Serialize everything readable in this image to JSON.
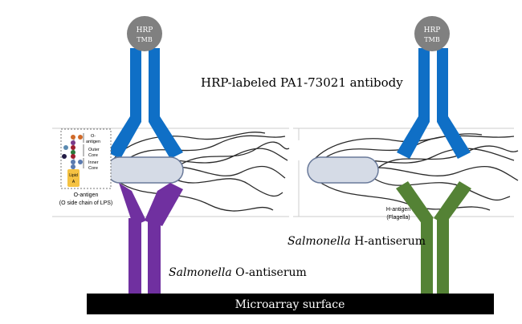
{
  "title": "HRP-labeled  PA1-73021 antibody",
  "hrp_left": {
    "line1": "HRP",
    "line2": "TMB"
  },
  "hrp_right": {
    "line1": "HRP",
    "line2": "TMB"
  },
  "legend": {
    "o_antigen": "O-",
    "o_antigen2": "antigen",
    "outer_core": "Outer",
    "outer_core2": "Core",
    "inner_core": "Inner",
    "inner_core2": "Core",
    "lipid": "Lipid",
    "lipid2": "A"
  },
  "o_antigen_caption": "O-antigen",
  "o_antigen_caption2": "(O side chain of LPS)",
  "h_antigen_caption": "H-antigen",
  "h_antigen_caption2": "(Flagella)",
  "o_antiserum": {
    "genus": "Salmonella",
    "label": " O-antiserum"
  },
  "h_antiserum": {
    "genus": "Salmonella",
    "label": " H-antiserum"
  },
  "surface_label": "Microarray surface",
  "colors": {
    "blue": "#0f6fc6",
    "purple": "#7030a0",
    "green": "#548235",
    "hrp": "#808080"
  }
}
